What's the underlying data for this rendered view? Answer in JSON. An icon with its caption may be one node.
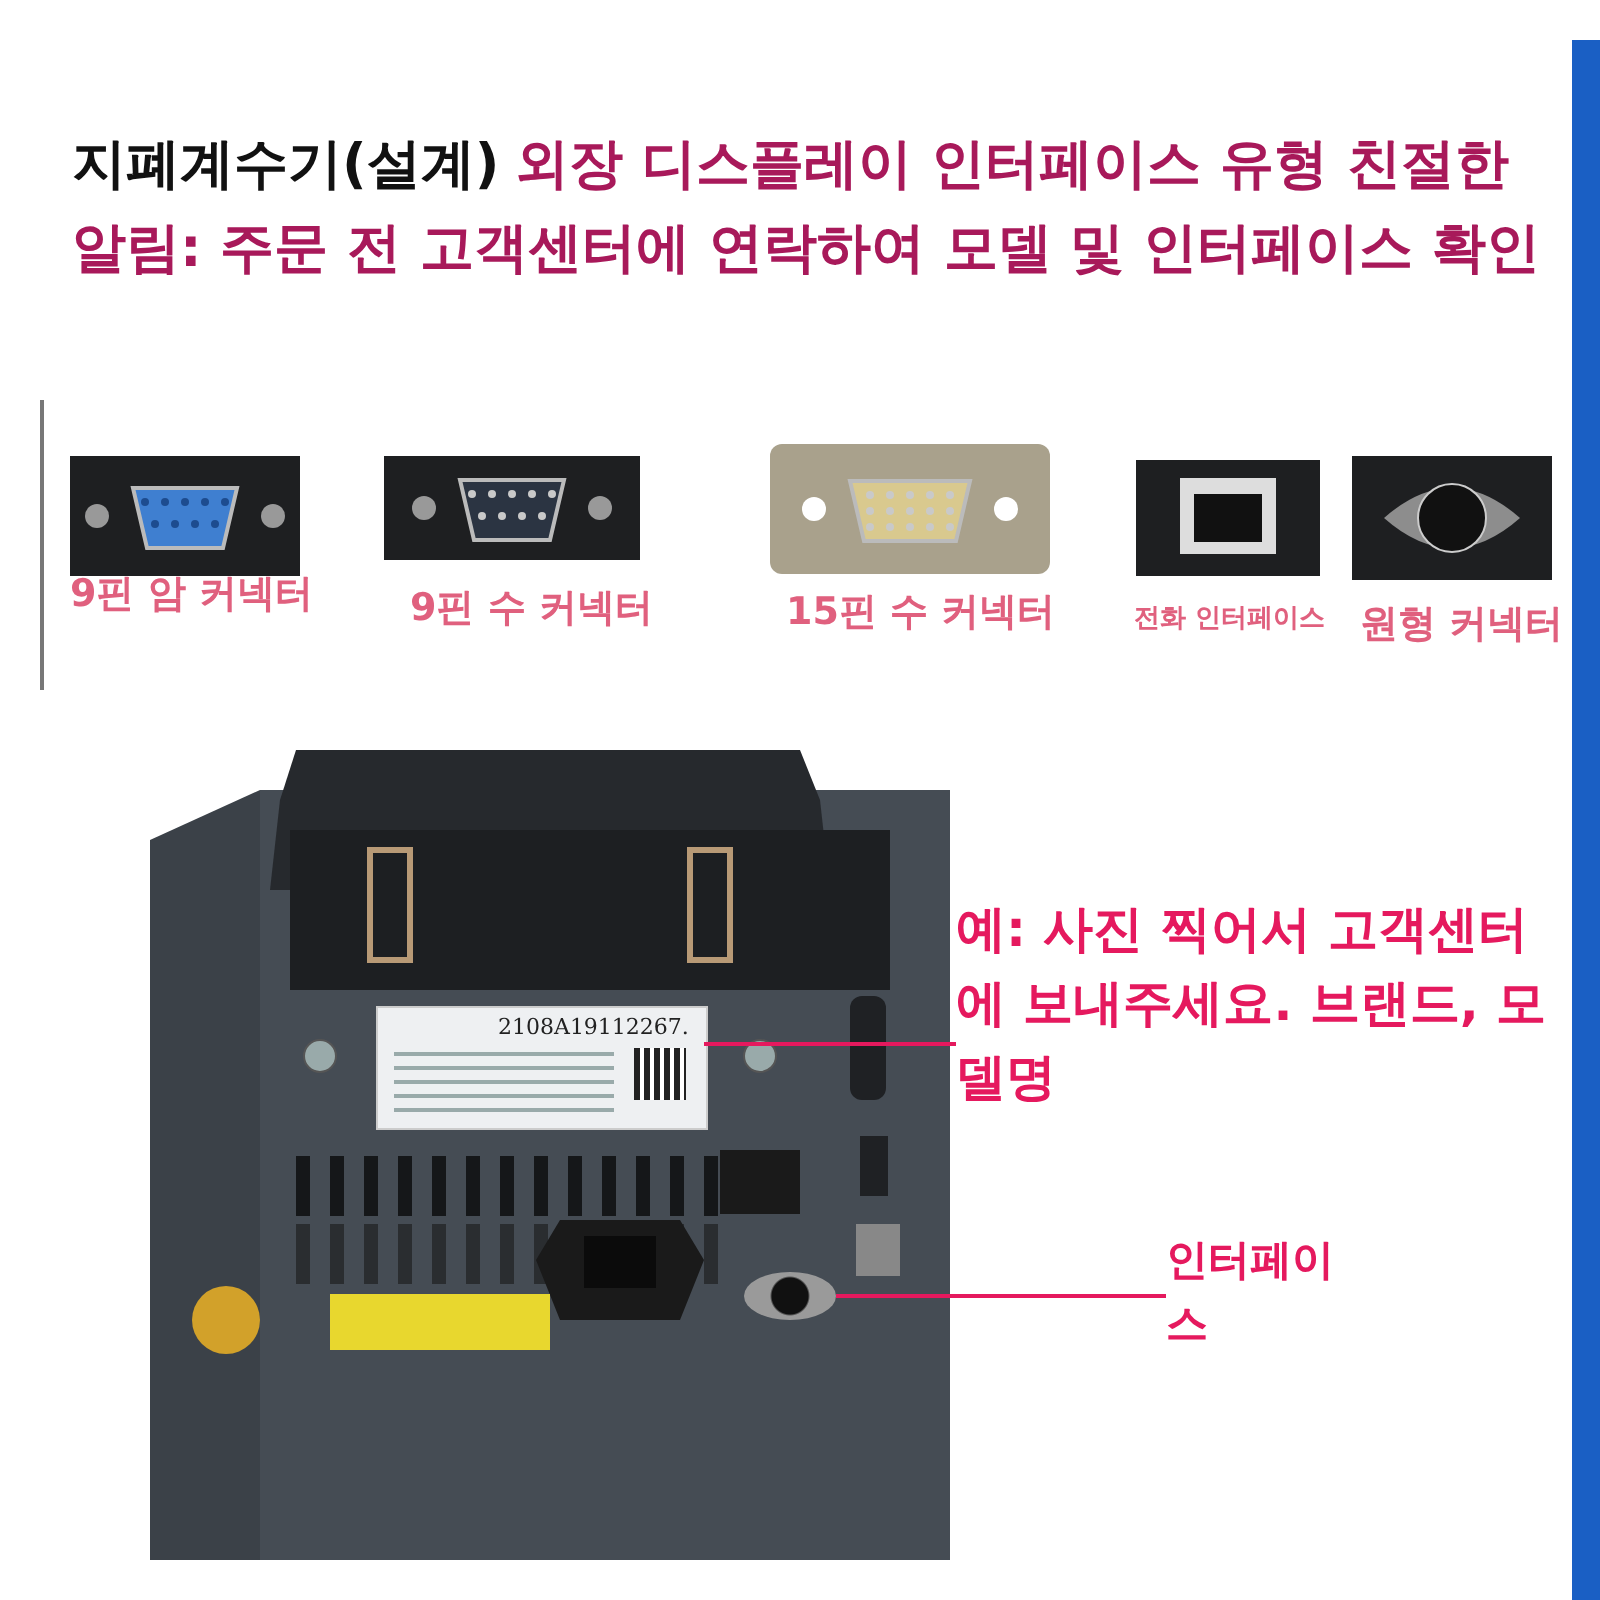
{
  "diagram": {
    "title": "외장 디스플레이 인터페이스 유형  친절한 알림: 주문 전 고객센터에 연락하여 모델 및 인터페이스 확인",
    "nodes": [
      {
        "text": [
          "예: 사진 찍어서 고객센터에 보내주세요. 브랜드, 모델명"
        ]
      },
      {
        "text": [],
        "shape": "box"
      },
      {
        "text": [
          "인터페이스"
        ]
      },
      {
        "text": [],
        "shape": "circle"
      }
    ],
    "edges": [
      {
        "from": 0,
        "to": 1,
        "arrow": "none"
      },
      {
        "from": 2,
        "to": 3,
        "arrow": "none"
      }
    ],
    "labels": [
      "지폐계수기(설계)",
      "9핀 암 커넥터",
      "9핀 수 커넥터",
      "15핀 수 커넥터",
      "전화 인터페이스",
      "원형 커넥터",
      "2108A19112267."
    ]
  }
}
